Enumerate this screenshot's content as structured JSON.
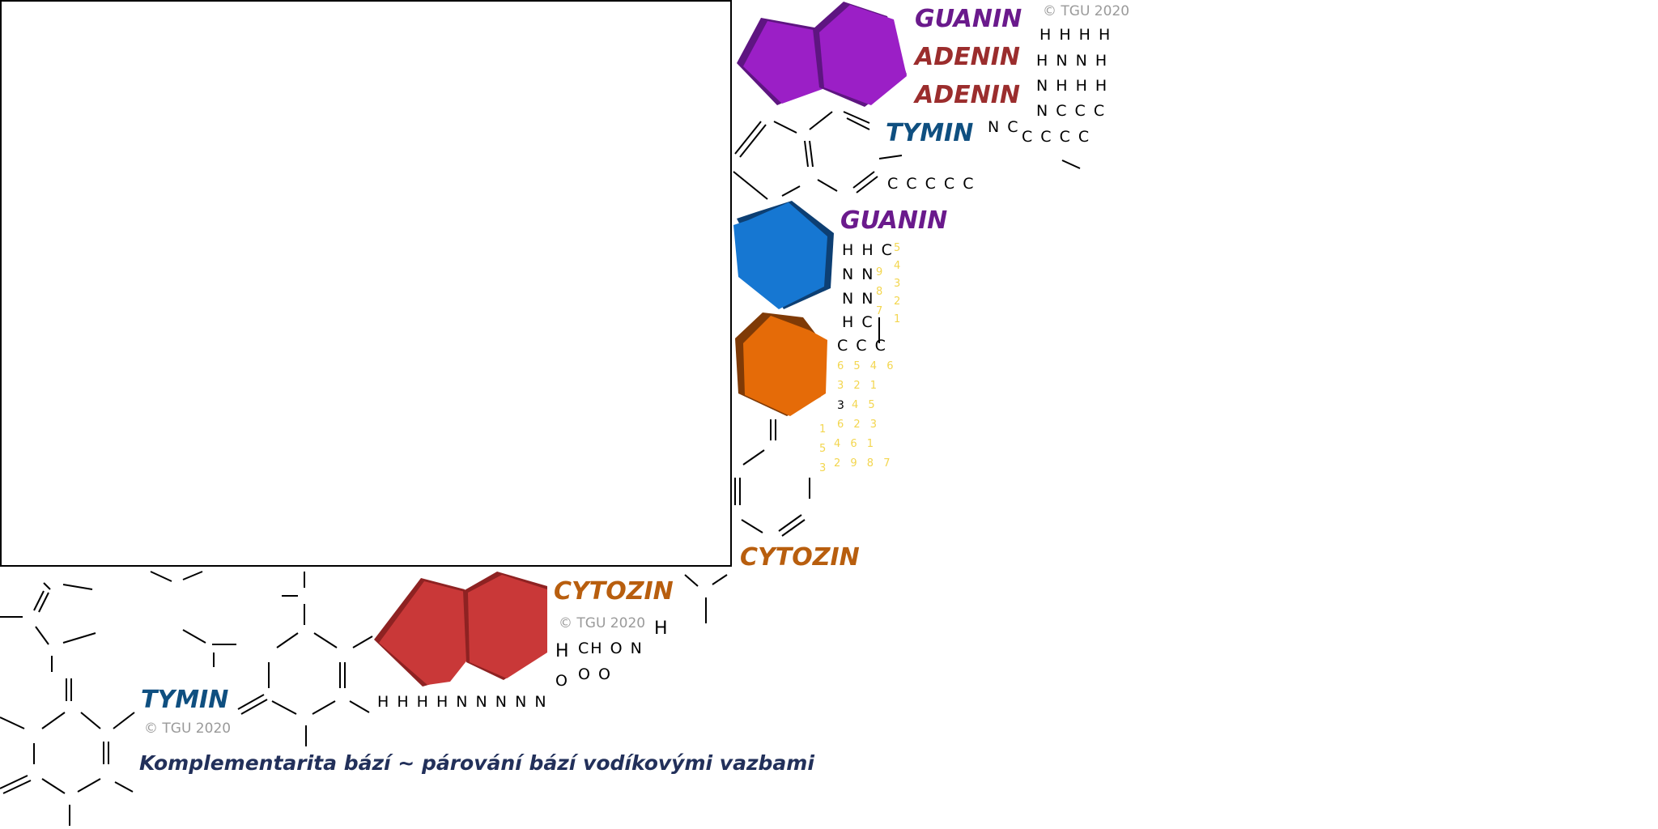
{
  "canvas": {
    "background": "#ffffff"
  },
  "colors": {
    "guanin": "#6a1a8c",
    "adenin": "#9b2d2d",
    "tymin": "#0f4f80",
    "cytozin": "#b85e0e",
    "caption": "#22305a",
    "copyright": "#9a9a9a",
    "purple_ring": "#9b1fc6",
    "blue_ring": "#1677d2",
    "orange_ring": "#e56b08",
    "red_ring": "#c93838",
    "tiny_digits": "#f3d64f"
  },
  "labels": {
    "guanin_top": "GUANIN",
    "adenin_1": "ADENIN",
    "adenin_2": "ADENIN",
    "tymin_mid": "TYMIN",
    "guanin_mid": "GUANIN",
    "cytozin_right": "CYTOZIN",
    "cytozin_bottom": "CYTOZIN",
    "tymin_bottom": "TYMIN"
  },
  "copyrights": {
    "top": "© TGU 2020",
    "middle": "© TGU 2020",
    "bottom": "© TGU 2020"
  },
  "atom_rows": {
    "r1": "H H H H",
    "r2": "H N N H",
    "r3": "N H H H",
    "r4": "N C C C",
    "r5": "N C",
    "r6": "C C C C",
    "r7": "C C C C C",
    "g1": "H H C",
    "g2": "N N",
    "g3": "N N",
    "g4": "H C",
    "g5": "C C C",
    "g6": "3",
    "b1": "H",
    "b2": "H",
    "b3": "CH O N",
    "b4": "O",
    "b5": "O O",
    "b6": "H H H H N N N N N"
  },
  "tiny_numbers": {
    "t1": "5",
    "t2": "4",
    "t3": "9",
    "t4": "3",
    "t5": "8",
    "t6": "2",
    "t7": "7",
    "t8": "1",
    "t9": "6 5 4 6",
    "t10": "3 2 1",
    "t11": "4 5",
    "t12": "6 2 3",
    "t13": "4 6 1",
    "t14": "2 9 8 7",
    "t15": "1",
    "t16": "5",
    "t17": "3"
  },
  "caption": "Komplementarita bází ~ párování bází vodíkovými vazbami"
}
